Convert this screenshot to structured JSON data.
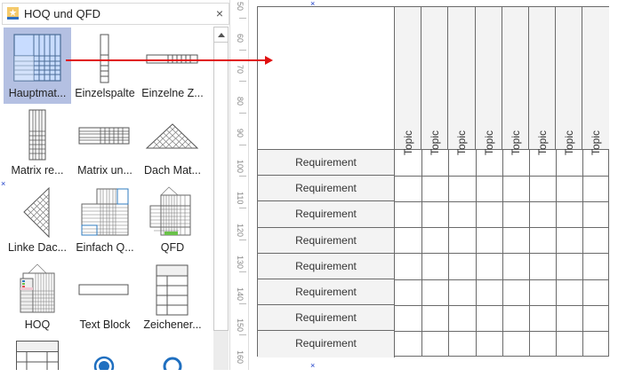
{
  "panel": {
    "title": "HOQ und QFD",
    "close_icon": "×",
    "items": [
      {
        "label": "Hauptmat...",
        "icon": "main-matrix-icon",
        "selected": true
      },
      {
        "label": "Einzelspalte",
        "icon": "single-column-icon"
      },
      {
        "label": "Einzelne Z...",
        "icon": "single-row-icon"
      },
      {
        "label": "Matrix re...",
        "icon": "matrix-right-icon"
      },
      {
        "label": "Matrix un...",
        "icon": "matrix-bottom-icon"
      },
      {
        "label": "Dach Mat...",
        "icon": "roof-matrix-icon"
      },
      {
        "label": "Linke Dac...",
        "icon": "left-roof-icon"
      },
      {
        "label": "Einfach Q...",
        "icon": "simple-qfd-icon"
      },
      {
        "label": "QFD",
        "icon": "qfd-icon"
      },
      {
        "label": "HOQ",
        "icon": "hoq-icon"
      },
      {
        "label": "Text Block",
        "icon": "text-block-icon"
      },
      {
        "label": "Zeichener...",
        "icon": "legend-table-icon"
      }
    ]
  },
  "ruler": {
    "labels": [
      "50",
      "60",
      "70",
      "80",
      "90",
      "100",
      "110",
      "120",
      "130",
      "140",
      "150",
      "160"
    ]
  },
  "matrix": {
    "topics": [
      "Topic",
      "Topic",
      "Topic",
      "Topic",
      "Topic",
      "Topic",
      "Topic",
      "Topic"
    ],
    "requirements": [
      "Requirement",
      "Requirement",
      "Requirement",
      "Requirement",
      "Requirement",
      "Requirement",
      "Requirement",
      "Requirement"
    ]
  },
  "colors": {
    "selection": "#b4c0e2",
    "drag_arrow": "#e01010",
    "header_fill": "#f3f3f3",
    "grid_line": "#6a6a6a"
  }
}
